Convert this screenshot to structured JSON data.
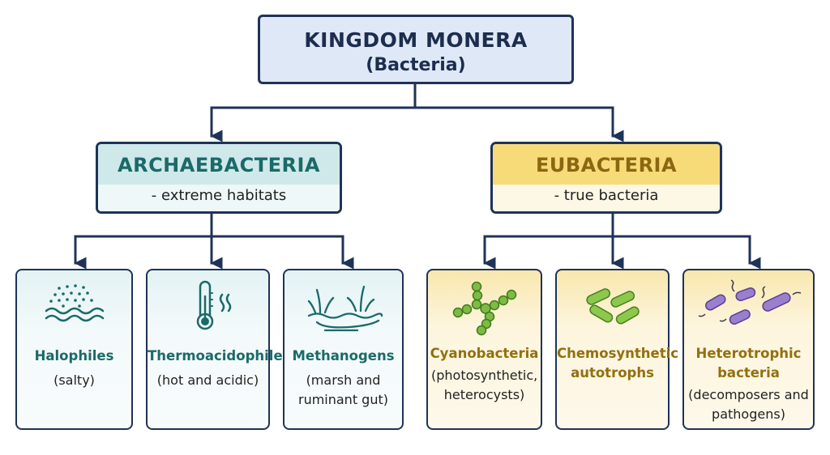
{
  "root": {
    "title": "KINGDOM MONERA",
    "subtitle": "(Bacteria)"
  },
  "archaebacteria": {
    "title": "ARCHAEBACTERIA",
    "subtitle": "- extreme habitats",
    "children": [
      {
        "name": "Halophiles",
        "desc": [
          "(salty)"
        ],
        "icon": "salt-water-icon"
      },
      {
        "name": "Thermoacidophiles",
        "desc": [
          "(hot and acidic)"
        ],
        "icon": "thermometer-icon"
      },
      {
        "name": "Methanogens",
        "desc": [
          "(marsh and",
          "ruminant gut)"
        ],
        "icon": "marsh-icon"
      }
    ]
  },
  "eubacteria": {
    "title": "EUBACTERIA",
    "subtitle": "- true bacteria",
    "children": [
      {
        "name": [
          "Cyanobacteria"
        ],
        "desc": [
          "(photosynthetic,",
          "heterocysts)"
        ],
        "icon": "cyanobacteria-filament-icon"
      },
      {
        "name": [
          "Chemosynthetic",
          "autotrophs"
        ],
        "desc": [],
        "icon": "rod-bacteria-icon"
      },
      {
        "name": [
          "Heterotrophic",
          "bacteria"
        ],
        "desc": [
          "(decomposers and",
          "pathogens)"
        ],
        "icon": "flagellated-bacteria-icon"
      }
    ]
  },
  "colors": {
    "connector": "#1f3358",
    "teal_text": "#1b6a69",
    "gold_text": "#93700f",
    "root_fill": "#dfe8f6",
    "arch_fill": "#cfe9ea",
    "eub_fill": "#f7db78"
  }
}
